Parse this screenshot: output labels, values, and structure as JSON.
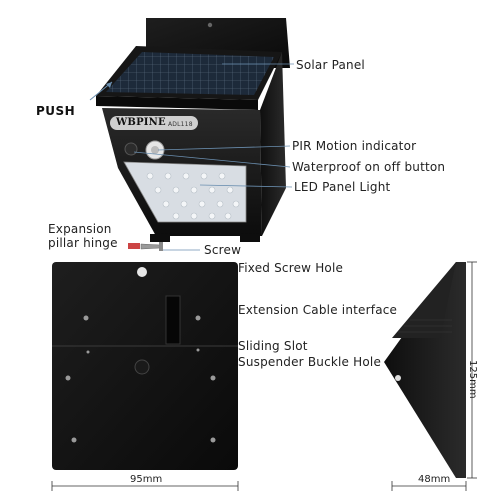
{
  "product": {
    "brand": "WBPINE",
    "model": "ADL118"
  },
  "annotations": {
    "push": "PUSH",
    "solar_panel": "Solar Panel",
    "pir_motion": "PIR Motion indicator",
    "waterproof_button": "Waterproof on off button",
    "led_panel": "LED Panel Light",
    "expansion_hinge_line1": "Expansion",
    "expansion_hinge_line2": "pillar hinge",
    "screw": "Screw",
    "fixed_screw_hole": "Fixed Screw Hole",
    "extension_cable": "Extension Cable interface",
    "sliding_slot": "Sliding Slot",
    "suspender_buckle": "Suspender Buckle Hole"
  },
  "dimensions": {
    "width": "95mm",
    "height": "125mm",
    "depth": "48mm"
  },
  "colors": {
    "body": "#151515",
    "panel_face": "#d8dde3",
    "solar_cell": "#1d2a3a",
    "leader_line": "#6b8fb0"
  }
}
